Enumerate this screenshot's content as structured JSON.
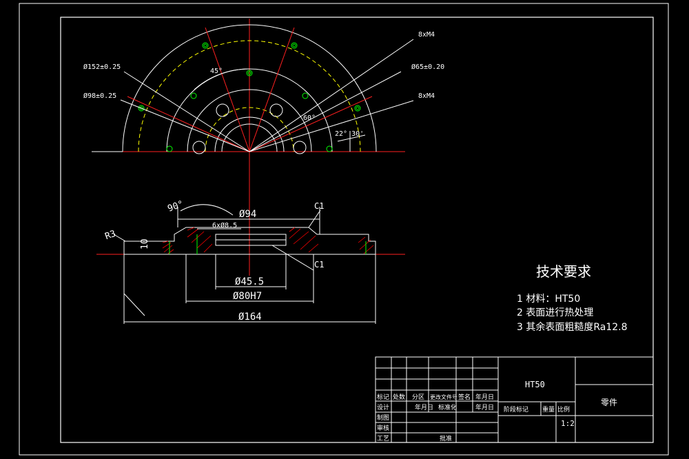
{
  "colors": {
    "background": "#000000",
    "line": "#ffffff",
    "center_line": "#ff2020",
    "dash": "#ffff00",
    "hatch": "#ff0000",
    "hole": "#00ff00"
  },
  "top_view": {
    "labels": {
      "d152": "Ø152±0.25",
      "d98": "Ø98±0.25",
      "m4_top": "8xM4",
      "d65": "Ø65±0.20",
      "m4_right": "8xM4",
      "a45": "45°",
      "a60": "60°",
      "a22": "22° 30'"
    }
  },
  "section_view": {
    "labels": {
      "r3": "R3",
      "h10": "10",
      "a90": "90°",
      "d94": "Ø94",
      "holes": "6xØ8.5",
      "c1_top": "C1",
      "c1_bottom": "C1",
      "d45": "Ø45.5",
      "d80": "Ø80H7",
      "d164": "Ø164"
    }
  },
  "tech_requirements": {
    "title": "技术要求",
    "items": [
      "1 材料：HT50",
      "2 表面进行热处理",
      "3 其余表面粗糙度Ra12.8"
    ]
  },
  "title_block": {
    "material": "HT50",
    "part_name": "零件",
    "scale": "1:2",
    "headers": {
      "mark": "标记",
      "count": "处数",
      "zone": "分区",
      "doc": "更改文件号",
      "sign": "签名",
      "date": "年月日",
      "design": "设计",
      "date2": "年月日",
      "std": "标准化",
      "date3": "年月日",
      "drawing": "制图",
      "review": "审核",
      "process": "工艺",
      "approve": "批准",
      "stage": "阶段标记",
      "weight": "重量",
      "ratio": "比例"
    }
  }
}
